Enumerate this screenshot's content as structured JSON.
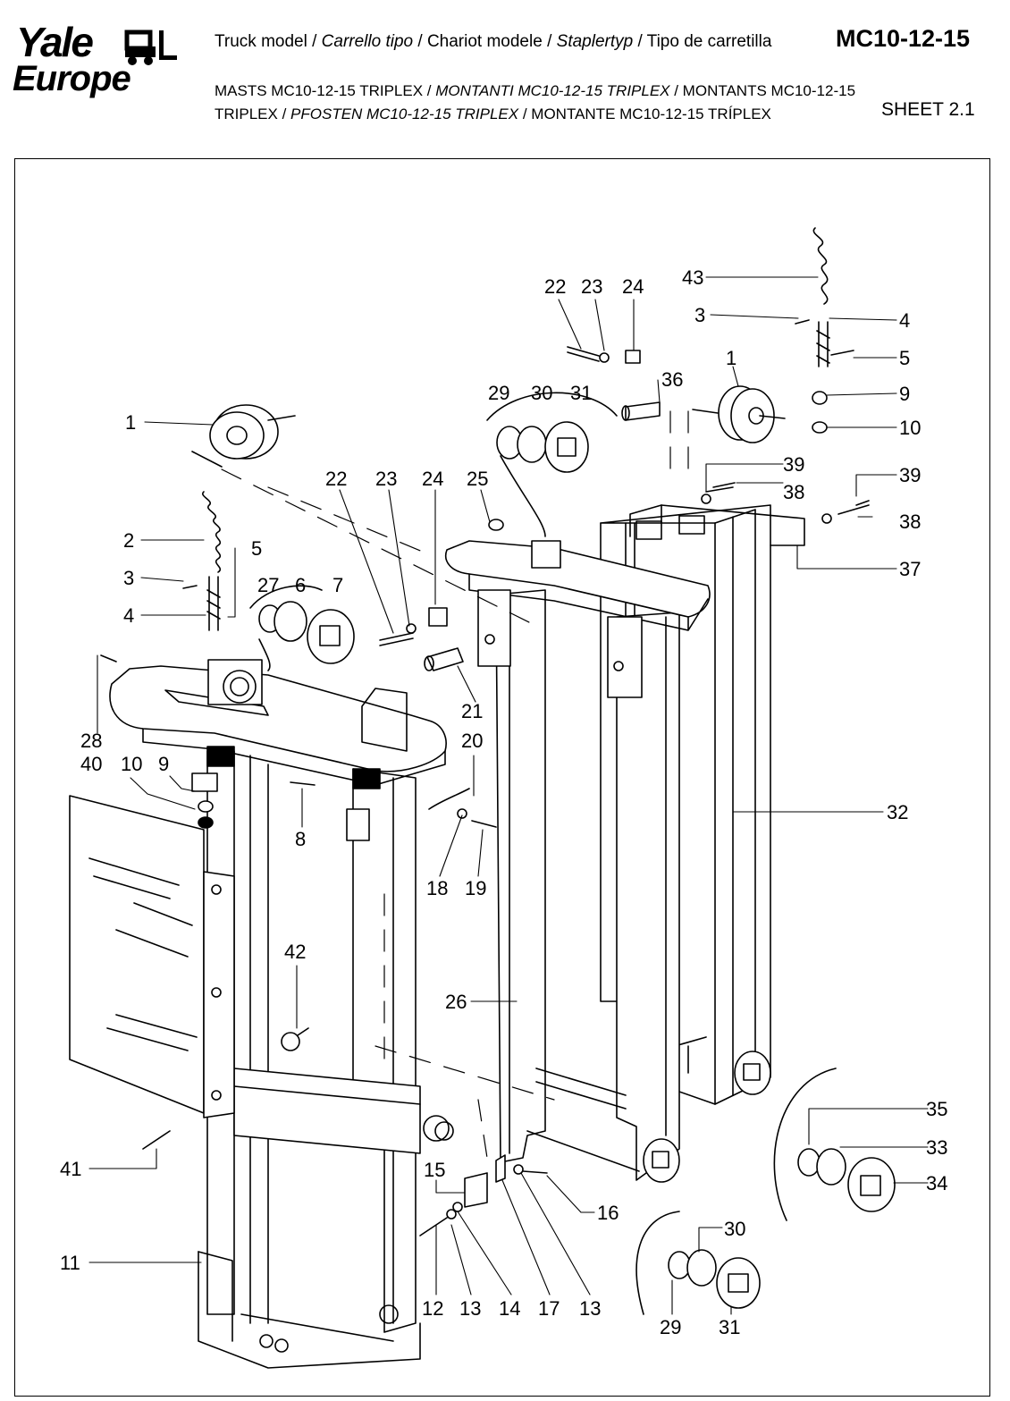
{
  "header": {
    "brand_line1": "Yale",
    "brand_line2": "Europe",
    "title_parts": [
      {
        "text": "Truck model / ",
        "italic": false
      },
      {
        "text": "Carrello tipo",
        "italic": true
      },
      {
        "text": " / Chariot modele / ",
        "italic": false
      },
      {
        "text": "Staplertyp",
        "italic": true
      },
      {
        "text": " / Tipo de carretilla",
        "italic": false
      }
    ],
    "model": "MC10-12-15",
    "subtitle_line1_parts": [
      {
        "text": "MASTS MC10-12-15 TRIPLEX / ",
        "italic": false
      },
      {
        "text": "MONTANTI MC10-12-15 TRIPLEX",
        "italic": true
      },
      {
        "text": " / MONTANTS MC10-12-15",
        "italic": false
      }
    ],
    "subtitle_line2_parts": [
      {
        "text": "TRIPLEX / ",
        "italic": false
      },
      {
        "text": "PFOSTEN MC10-12-15 TRIPLEX",
        "italic": true
      },
      {
        "text": " / MONTANTE MC10-12-15 TRÍPLEX",
        "italic": false
      }
    ],
    "sheet": "SHEET 2.1"
  },
  "callouts": [
    "1",
    "1",
    "2",
    "3",
    "3",
    "4",
    "4",
    "5",
    "5",
    "6",
    "7",
    "8",
    "9",
    "9",
    "10",
    "10",
    "11",
    "12",
    "13",
    "13",
    "14",
    "15",
    "16",
    "17",
    "18",
    "19",
    "20",
    "21",
    "22",
    "22",
    "23",
    "23",
    "24",
    "24",
    "25",
    "26",
    "27",
    "28",
    "29",
    "29",
    "30",
    "30",
    "31",
    "31",
    "32",
    "33",
    "34",
    "35",
    "36",
    "37",
    "38",
    "38",
    "39",
    "39",
    "40",
    "41",
    "42",
    "43"
  ]
}
